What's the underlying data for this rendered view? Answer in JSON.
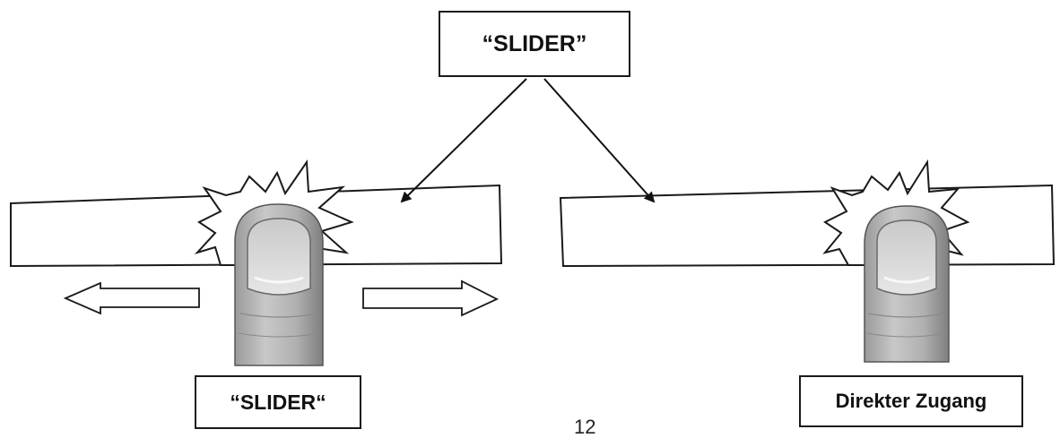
{
  "diagram": {
    "top_label": "“SLIDER”",
    "left_label": "“SLIDER“",
    "right_label": "Direkter Zugang",
    "page_number": "12"
  },
  "colors": {
    "outline": "#1a1a1a",
    "finger_fill": "#b8b8b8",
    "finger_shadow": "#8f8f8f",
    "nail_fill": "#d6d6d6",
    "background": "#ffffff"
  }
}
